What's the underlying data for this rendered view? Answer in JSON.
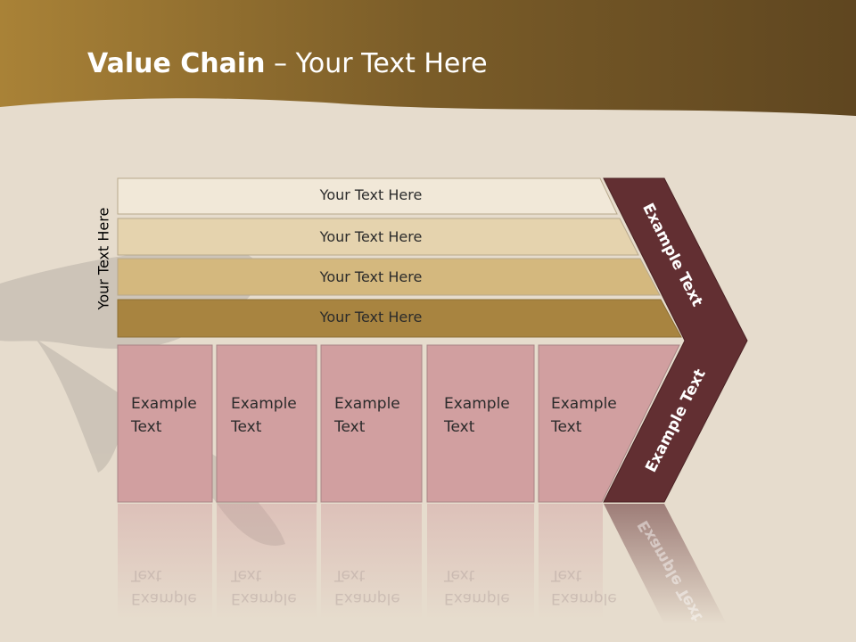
{
  "title": {
    "bold": "Value Chain",
    "rest": " – Your Text Here"
  },
  "side_label": "Your Text Here",
  "support_activities": [
    {
      "label": "Your Text Here",
      "color": "#f1e8d8"
    },
    {
      "label": "Your Text Here",
      "color": "#e5d3ae"
    },
    {
      "label": "Your Text Here",
      "color": "#d4b87e"
    },
    {
      "label": "Your Text Here",
      "color": "#a88440"
    }
  ],
  "primary_activities": [
    {
      "label": "Example\nText"
    },
    {
      "label": "Example\nText"
    },
    {
      "label": "Example\nText"
    },
    {
      "label": "Example\nText"
    },
    {
      "label": "Example\nText"
    }
  ],
  "chevron": {
    "upper": "Example Text",
    "lower": "Example Text",
    "color": "#622f32"
  },
  "colors": {
    "header": "#8a6a2e",
    "background": "#e6dccd",
    "primary_fill": "#d19fa0"
  }
}
